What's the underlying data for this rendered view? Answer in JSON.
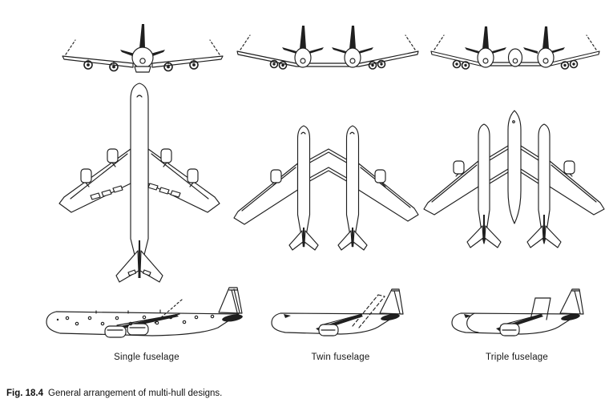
{
  "figure": {
    "caption": {
      "label": "Fig. 18.4",
      "text": "General arrangement of multi-hull designs."
    },
    "designs": [
      {
        "label": "Single fuselage"
      },
      {
        "label": "Twin fuselage"
      },
      {
        "label": "Triple fuselage"
      }
    ],
    "colors": {
      "ink": "#1f1f1f",
      "background": "#ffffff"
    }
  }
}
